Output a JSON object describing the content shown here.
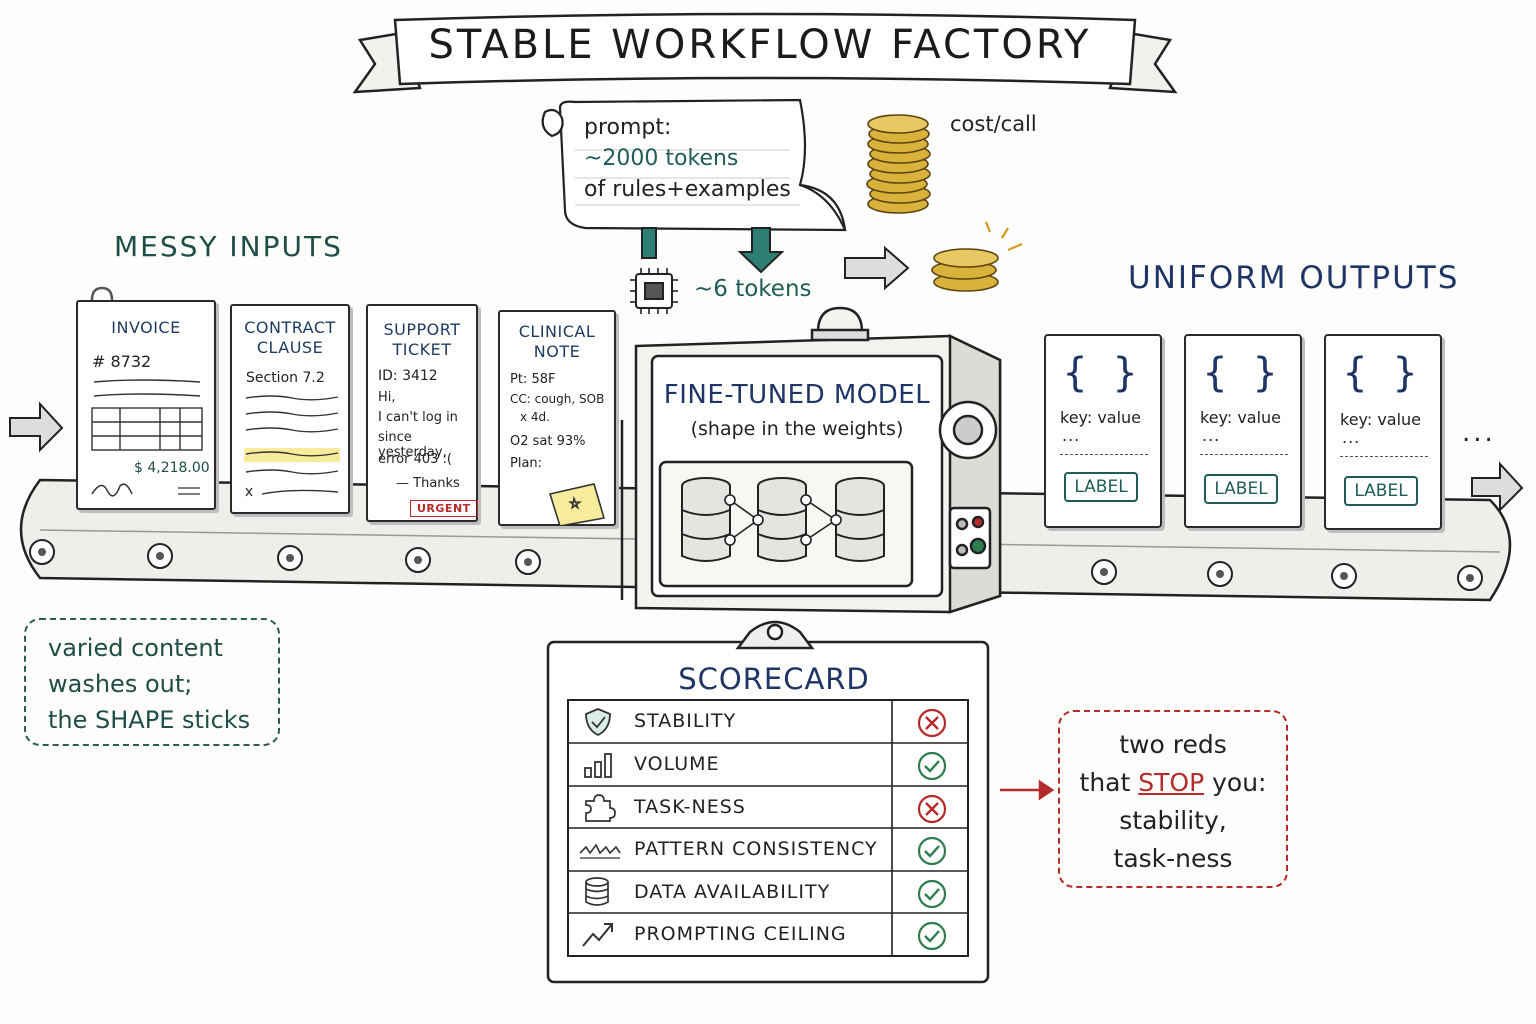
{
  "banner": {
    "title": "STABLE WORKFLOW FACTORY"
  },
  "prompt_scroll": {
    "line1": "prompt:",
    "line2": "~2000 tokens",
    "line3": "of rules+examples"
  },
  "cost": {
    "label": "cost/call"
  },
  "reduced": {
    "label": "~6 tokens"
  },
  "inputs": {
    "heading": "MESSY INPUTS",
    "invoice": {
      "title": "INVOICE",
      "number": "# 8732",
      "amount": "$ 4,218.00"
    },
    "contract": {
      "title1": "CONTRACT",
      "title2": "CLAUSE",
      "section": "Section 7.2"
    },
    "ticket": {
      "title1": "SUPPORT",
      "title2": "TICKET",
      "id": "ID: 3412",
      "l1": "Hi,",
      "l2": "I can't log in",
      "l3": "since yesterday,",
      "l4": "error 403 :(",
      "l5": "— Thanks",
      "badge": "URGENT"
    },
    "clinical": {
      "title1": "CLINICAL",
      "title2": "NOTE",
      "l1": "Pt: 58F",
      "l2": "CC: cough, SOB",
      "l3": "x 4d.",
      "l4": "O2 sat 93%",
      "l5": "Plan:"
    }
  },
  "machine": {
    "title": "FINE-TUNED MODEL",
    "subtitle": "(shape in the weights)"
  },
  "outputs": {
    "heading": "UNIFORM OUTPUTS",
    "cards": [
      {
        "brace": "{ }",
        "kv": "key: value",
        "dots": "...",
        "label": "LABEL"
      },
      {
        "brace": "{ }",
        "kv": "key: value",
        "dots": "...",
        "label": "LABEL"
      },
      {
        "brace": "{ }",
        "kv": "key: value",
        "dots": "...",
        "label": "LABEL"
      }
    ],
    "more": "..."
  },
  "note_left": {
    "l1": "varied content",
    "l2": "washes out;",
    "l3a": "the ",
    "l3b": "SHAPE",
    "l3c": " sticks"
  },
  "scorecard": {
    "title": "SCORECARD",
    "rows": [
      {
        "label": "STABILITY",
        "icon": "shield-icon",
        "status": "fail"
      },
      {
        "label": "VOLUME",
        "icon": "bar-chart-icon",
        "status": "pass"
      },
      {
        "label": "TASK-NESS",
        "icon": "puzzle-icon",
        "status": "fail"
      },
      {
        "label": "PATTERN CONSISTENCY",
        "icon": "wave-icon",
        "status": "pass"
      },
      {
        "label": "DATA AVAILABILITY",
        "icon": "database-icon",
        "status": "pass"
      },
      {
        "label": "PROMPTING CEILING",
        "icon": "trend-up-icon",
        "status": "pass"
      }
    ]
  },
  "note_right": {
    "l1": "two reds",
    "l2a": "that ",
    "l2b": "STOP",
    "l2c": " you:",
    "l3": "stability,",
    "l4": "task-ness"
  },
  "colors": {
    "teal": "#1f5d57",
    "navy": "#1e3566",
    "red": "#b52a2a",
    "green": "#2f7d4f",
    "gold": "#d9b13b"
  }
}
